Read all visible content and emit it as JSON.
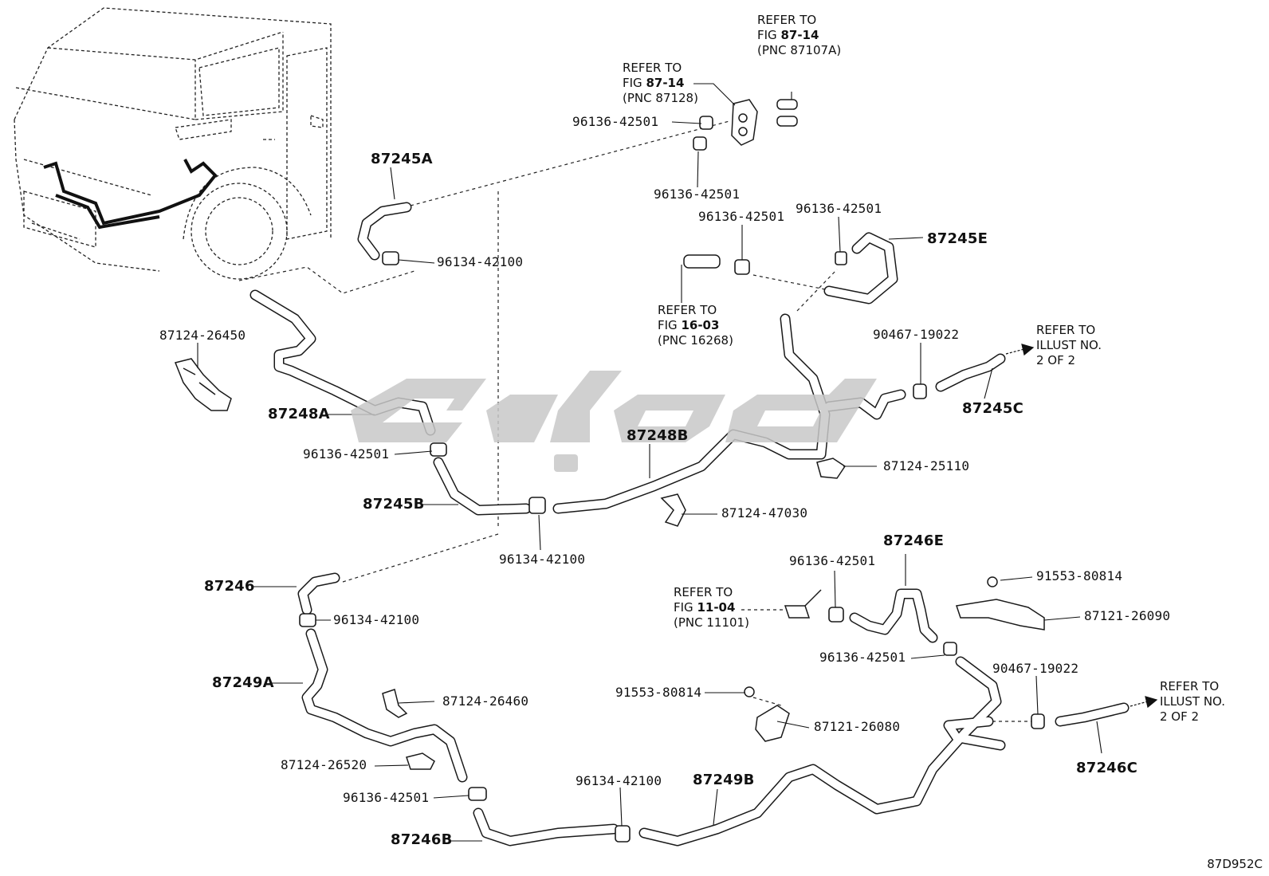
{
  "diagram": {
    "image_code": "87D952C",
    "part_labels": [
      {
        "id": "p87245A",
        "text": "87245A"
      },
      {
        "id": "p96134-1",
        "text": "96134-42100"
      },
      {
        "id": "p87124-26450",
        "text": "87124-26450"
      },
      {
        "id": "p87248A",
        "text": "87248A"
      },
      {
        "id": "p96136-a",
        "text": "96136-42501"
      },
      {
        "id": "p87245B",
        "text": "87245B"
      },
      {
        "id": "p96134-2",
        "text": "96134-42100"
      },
      {
        "id": "p87248B",
        "text": "87248B"
      },
      {
        "id": "p87124-47030",
        "text": "87124-47030"
      },
      {
        "id": "p87124-25110",
        "text": "87124-25110"
      },
      {
        "id": "p96136-b",
        "text": "96136-42501"
      },
      {
        "id": "p96136-c",
        "text": "96136-42501"
      },
      {
        "id": "p96136-d",
        "text": "96136-42501"
      },
      {
        "id": "p96136-e",
        "text": "96136-42501"
      },
      {
        "id": "p87245E",
        "text": "87245E"
      },
      {
        "id": "p90467-1",
        "text": "90467-19022"
      },
      {
        "id": "p87245C",
        "text": "87245C"
      },
      {
        "id": "p87246",
        "text": "87246"
      },
      {
        "id": "p96134-3",
        "text": "96134-42100"
      },
      {
        "id": "p87249A",
        "text": "87249A"
      },
      {
        "id": "p87124-26460",
        "text": "87124-26460"
      },
      {
        "id": "p87124-26520",
        "text": "87124-26520"
      },
      {
        "id": "p96136-f",
        "text": "96136-42501"
      },
      {
        "id": "p87246B",
        "text": "87246B"
      },
      {
        "id": "p96134-4",
        "text": "96134-42100"
      },
      {
        "id": "p87249B",
        "text": "87249B"
      },
      {
        "id": "p91553-1",
        "text": "91553-80814"
      },
      {
        "id": "p87121-26080",
        "text": "87121-26080"
      },
      {
        "id": "p87246E",
        "text": "87246E"
      },
      {
        "id": "p96136-g",
        "text": "96136-42501"
      },
      {
        "id": "p96136-h",
        "text": "96136-42501"
      },
      {
        "id": "p91553-2",
        "text": "91553-80814"
      },
      {
        "id": "p87121-26090",
        "text": "87121-26090"
      },
      {
        "id": "p90467-2",
        "text": "90467-19022"
      },
      {
        "id": "p87246C",
        "text": "87246C"
      }
    ],
    "refer_notes": {
      "fig8714a": {
        "line1": "REFER TO",
        "fig_prefix": "FIG ",
        "fig": "87-14",
        "pnc": "(PNC 87107A)"
      },
      "fig8714b": {
        "line1": "REFER TO",
        "fig_prefix": "FIG ",
        "fig": "87-14",
        "pnc": "(PNC 87128)"
      },
      "fig1603": {
        "line1": "REFER TO",
        "fig_prefix": "FIG ",
        "fig": "16-03",
        "pnc": "(PNC 16268)"
      },
      "fig1104": {
        "line1": "REFER TO",
        "fig_prefix": "FIG ",
        "fig": "11-04",
        "pnc": "(PNC 11101)"
      },
      "illust1": {
        "line1": "REFER TO",
        "line2": "ILLUST NO.",
        "line3": "2 OF 2"
      },
      "illust2": {
        "line1": "REFER TO",
        "line2": "ILLUST NO.",
        "line3": "2 OF 2"
      }
    },
    "colors": {
      "line": "#1a1a1a",
      "watermark": "#c8c8c8"
    }
  }
}
